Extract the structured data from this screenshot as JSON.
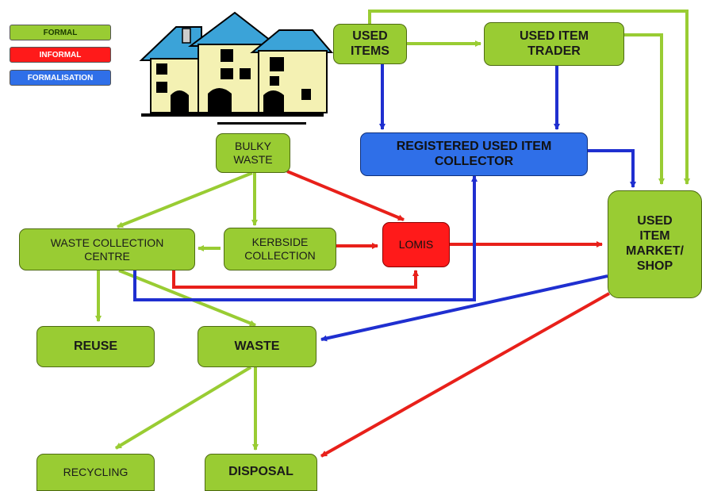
{
  "legend": {
    "formal": "FORMAL",
    "informal": "INFORMAL",
    "formalisation": "FORMALISATION"
  },
  "colors": {
    "formal": "#99cc33",
    "informal": "#e8201a",
    "formalisation": "#1f2fd0"
  },
  "nodes": {
    "used_items": "USED\nITEMS",
    "used_item_trader": "USED ITEM\nTRADER",
    "registered_used_item_collector": "REGISTERED USED ITEM\nCOLLECTOR",
    "bulky_waste": "BULKY\nWASTE",
    "used_item_market_shop": "USED\nITEM\nMARKET/\nSHOP",
    "waste_collection_centre": "WASTE  COLLECTION\nCENTRE",
    "kerbside_collection": "KERBSIDE\nCOLLECTION",
    "lomis": "LOMIS",
    "reuse": "REUSE",
    "waste": "WASTE",
    "recycling": "RECYCLING",
    "disposal": "DISPOSAL"
  },
  "icons": {
    "houses": "houses-icon"
  }
}
